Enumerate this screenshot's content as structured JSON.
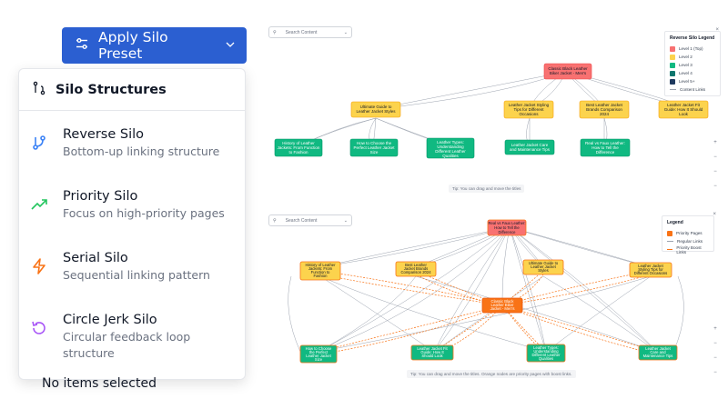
{
  "apply_button": {
    "label": "Apply Silo Preset"
  },
  "menu": {
    "header": "Silo Structures",
    "items": [
      {
        "title": "Reverse Silo",
        "desc": [
          "Bottom-up linking structure"
        ],
        "icon": "branch-icon",
        "color": "#3b82f6"
      },
      {
        "title": "Priority Silo",
        "desc": [
          "Focus on high-priority pages"
        ],
        "icon": "trending-up-icon",
        "color": "#22c55e"
      },
      {
        "title": "Serial Silo",
        "desc": [
          "Sequential linking pattern"
        ],
        "icon": "bolt-icon",
        "color": "#f97316"
      },
      {
        "title": "Circle Jerk Silo",
        "desc": [
          "Circular feedback loop",
          "structure"
        ],
        "icon": "rotate-icon",
        "color": "#a855f7"
      }
    ]
  },
  "behind_text": "No items selected",
  "colors": {
    "level1": "#f87171",
    "level2": "#fcd34d",
    "level3": "#10b981",
    "level4": "#0f766e",
    "level5": "#1e3a5f",
    "priority": "#f97316"
  },
  "top_graph": {
    "search_placeholder": "Search Content",
    "legend": {
      "title": "Reverse Silo Legend",
      "rows": [
        "Level 1 (Top)",
        "Level 2",
        "Level 3",
        "Level 4",
        "Level 5+",
        "Content Links"
      ]
    },
    "tip": "Tip: You can drag and move the titles",
    "nodes": {
      "root": [
        "Classic Black Leather",
        "Biker Jacket - Men's"
      ],
      "l2a": [
        "Ultimate Guide to",
        "Leather Jacket Styles"
      ],
      "l2b": [
        "Leather Jacket Styling",
        "Tips for Different",
        "Occasions"
      ],
      "l2c": [
        "Best Leather Jacket",
        "Brands Comparison",
        "2024"
      ],
      "l2d": [
        "Leather Jacket Fit",
        "Guide: How It Should",
        "Look"
      ],
      "l3a": [
        "History of Leather",
        "Jackets: From Function",
        "to Fashion"
      ],
      "l3b": [
        "How to Choose the",
        "Perfect Leather Jacket",
        "Size"
      ],
      "l3c": [
        "Leather Types:",
        "Understanding",
        "Different Leather",
        "Qualities"
      ],
      "l3d": [
        "Leather Jacket Care",
        "and Maintenance Tips"
      ],
      "l3e": [
        "Real vs Faux Leather:",
        "How to Tell the",
        "Difference"
      ]
    }
  },
  "bottom_graph": {
    "search_placeholder": "Search Content",
    "legend": {
      "title": "Legend",
      "rows": [
        "Priority Pages",
        "Regular Links",
        "Priority Boost Links"
      ]
    },
    "tip": "Tip: You can drag and move the titles. Orange nodes are priority pages with boost links.",
    "nodes": {
      "root": [
        "Real vs Faux Leather:",
        "How to Tell the",
        "Difference"
      ],
      "m1": [
        "History of Leather",
        "Jackets: From",
        "Function to",
        "Fashion"
      ],
      "m2": [
        "Best Leather",
        "Jacket Brands",
        "Comparison 2024"
      ],
      "m3": [
        "Ultimate Guide to",
        "Leather Jacket",
        "Styles"
      ],
      "m4": [
        "Leather Jacket",
        "Styling Tips for",
        "Different Occasions"
      ],
      "center": [
        "Classic Black",
        "Leather Biker",
        "Jacket - Men's"
      ],
      "b1": [
        "How to Choose",
        "the Perfect",
        "Leather Jacket",
        "Size"
      ],
      "b2": [
        "Leather Jacket Fit",
        "Guide: How It",
        "Should Look"
      ],
      "b3": [
        "Leather Types:",
        "Understanding",
        "Different Leather",
        "Qualities"
      ],
      "b4": [
        "Leather Jacket",
        "Care and",
        "Maintenance Tips"
      ]
    }
  }
}
